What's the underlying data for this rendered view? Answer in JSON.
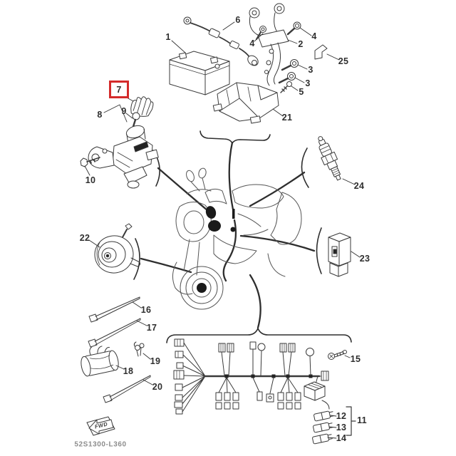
{
  "diagram": {
    "footer_code": "52S1300-L360",
    "fwd_label": "FWD",
    "highlighted_part": "7",
    "highlight_color": "#d42b2b",
    "ink_color": "#333333",
    "background_color": "#ffffff"
  },
  "callouts": [
    {
      "part": "1"
    },
    {
      "part": "6"
    },
    {
      "part": "4"
    },
    {
      "part": "4"
    },
    {
      "part": "2"
    },
    {
      "part": "25"
    },
    {
      "part": "3"
    },
    {
      "part": "3"
    },
    {
      "part": "5"
    },
    {
      "part": "21"
    },
    {
      "part": "7"
    },
    {
      "part": "8"
    },
    {
      "part": "9"
    },
    {
      "part": "10"
    },
    {
      "part": "22"
    },
    {
      "part": "24"
    },
    {
      "part": "23"
    },
    {
      "part": "16"
    },
    {
      "part": "17"
    },
    {
      "part": "18"
    },
    {
      "part": "19"
    },
    {
      "part": "20"
    },
    {
      "part": "15"
    },
    {
      "part": "12"
    },
    {
      "part": "13"
    },
    {
      "part": "14"
    },
    {
      "part": "11"
    }
  ]
}
